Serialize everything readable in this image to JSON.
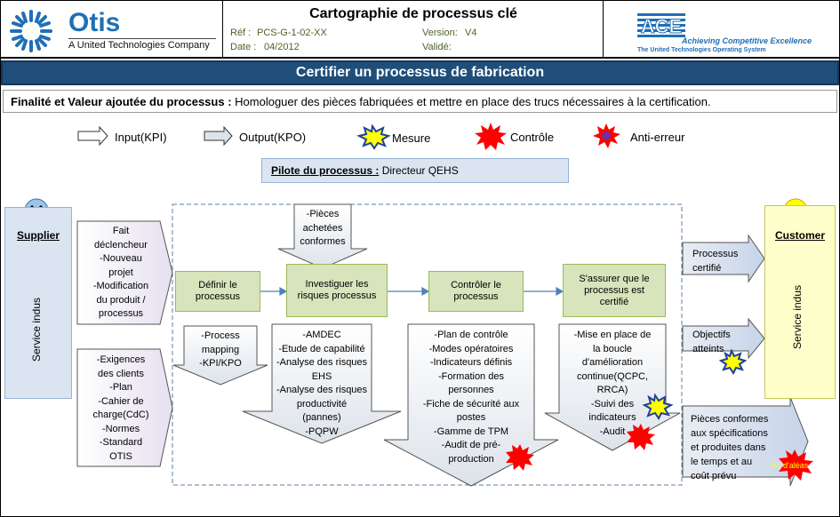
{
  "header": {
    "company": "Otis",
    "company_sub": "A United Technologies Company",
    "doc_title": "Cartographie de processus clé",
    "ref_label": "Réf :",
    "ref_value": "PCS-G-1-02-XX",
    "version_label": "Version:",
    "version_value": "V4",
    "date_label": "Date :",
    "date_value": "04/2012",
    "valide_label": "Validé:",
    "valide_value": "",
    "ace_logo": "ACE",
    "ace_line1": "Achieving Competitive Excellence",
    "ace_line2": "The United Technologies Operating System"
  },
  "process_title": "Certifier un processus de fabrication",
  "finalite": {
    "label": "Finalité et Valeur ajoutée du processus :",
    "text": "Homologuer des pièces fabriquées et mettre en place des trucs nécessaires à la certification."
  },
  "legend": {
    "input": "Input(KPI)",
    "output": "Output(KPO)",
    "mesure": "Mesure",
    "controle": "Contrôle",
    "anti_erreur": "Anti-erreur"
  },
  "pilote": {
    "label": "Pilote du processus :",
    "value": "Directeur QEHS"
  },
  "supplier": {
    "title": "Supplier",
    "side": "Service indus"
  },
  "customer": {
    "title": "Customer",
    "side": "Service indus"
  },
  "inputs": {
    "trigger": [
      "Fait",
      "déclencheur",
      "-Nouveau",
      "projet",
      "-Modification",
      "du produit /",
      "processus"
    ],
    "requirements": [
      "-Exigences",
      "des clients",
      "-Plan",
      "-Cahier de",
      "charge(CdC)",
      "-Normes",
      "-Standard",
      "OTIS"
    ],
    "purchased": [
      "-Pièces",
      "achetées",
      "conformes"
    ]
  },
  "steps": [
    {
      "label": "Définir le processus"
    },
    {
      "label": "Investiguer les risques processus"
    },
    {
      "label": "Contrôler le processus"
    },
    {
      "label": "S'assurer que le processus est certifié"
    }
  ],
  "resources": {
    "r1": [
      "-Process",
      "mapping",
      "-KPI/KPO"
    ],
    "r2": [
      "-AMDEC",
      "-Etude de capabilité",
      "-Analyse des risques",
      "EHS",
      "-Analyse des risques",
      "productivité",
      "(pannes)",
      "-PQPW"
    ],
    "r3": [
      "-Plan de contrôle",
      "-Modes opératoires",
      "-Indicateurs définis",
      "-Formation des",
      "personnes",
      "-Fiche de sécurité aux",
      "postes",
      "-Gamme de TPM",
      "-Audit de pré-",
      "production"
    ],
    "r4": [
      "-Mise en place de",
      "la boucle",
      "d'amélioration",
      "continue(QCPC,",
      "RRCA)",
      "-Suivi des",
      "indicateurs",
      "-Audit"
    ]
  },
  "outputs": {
    "o1": [
      "Processus",
      "certifié"
    ],
    "o2": [
      "Objectifs",
      "atteints"
    ],
    "o3": [
      "Pièces conformes",
      "aux spécifications",
      "et produites dans",
      "le temps et au",
      "coût prévu"
    ],
    "o3_badge": "Nb d'aléas"
  },
  "colors": {
    "title_bar": "#1f4e79",
    "step_green": "#d7e4bc",
    "lavender": "#efeaf7",
    "side_blue": "#dbe5f1",
    "customer_yellow": "#ffffcc",
    "mesure_star": "#ffff00",
    "controle_star": "#ff0000",
    "anti_erreur": "#7030a0"
  }
}
